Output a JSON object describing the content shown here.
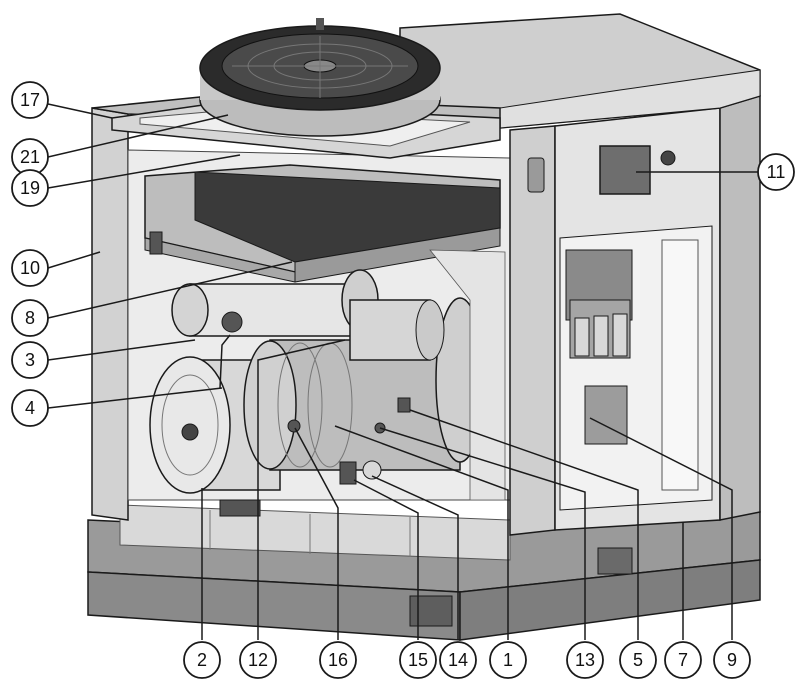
{
  "diagram": {
    "subject": "compressor-unit-cutaway",
    "colors": {
      "line": "#1a1a1a",
      "housing": "#cfcfcf",
      "housing_dark": "#8e8e8e",
      "panel": "#e6e6e6",
      "base": "#9a9a9a",
      "fan": "#2b2b2b",
      "background": "#ffffff"
    },
    "callouts": [
      {
        "id": "17",
        "label": "17"
      },
      {
        "id": "21",
        "label": "21"
      },
      {
        "id": "19",
        "label": "19"
      },
      {
        "id": "10",
        "label": "10"
      },
      {
        "id": "8",
        "label": "8"
      },
      {
        "id": "3",
        "label": "3"
      },
      {
        "id": "4",
        "label": "4"
      },
      {
        "id": "11",
        "label": "11"
      },
      {
        "id": "2",
        "label": "2"
      },
      {
        "id": "12",
        "label": "12"
      },
      {
        "id": "16",
        "label": "16"
      },
      {
        "id": "15",
        "label": "15"
      },
      {
        "id": "14",
        "label": "14"
      },
      {
        "id": "1",
        "label": "1"
      },
      {
        "id": "13",
        "label": "13"
      },
      {
        "id": "5",
        "label": "5"
      },
      {
        "id": "7",
        "label": "7"
      },
      {
        "id": "9",
        "label": "9"
      }
    ]
  }
}
